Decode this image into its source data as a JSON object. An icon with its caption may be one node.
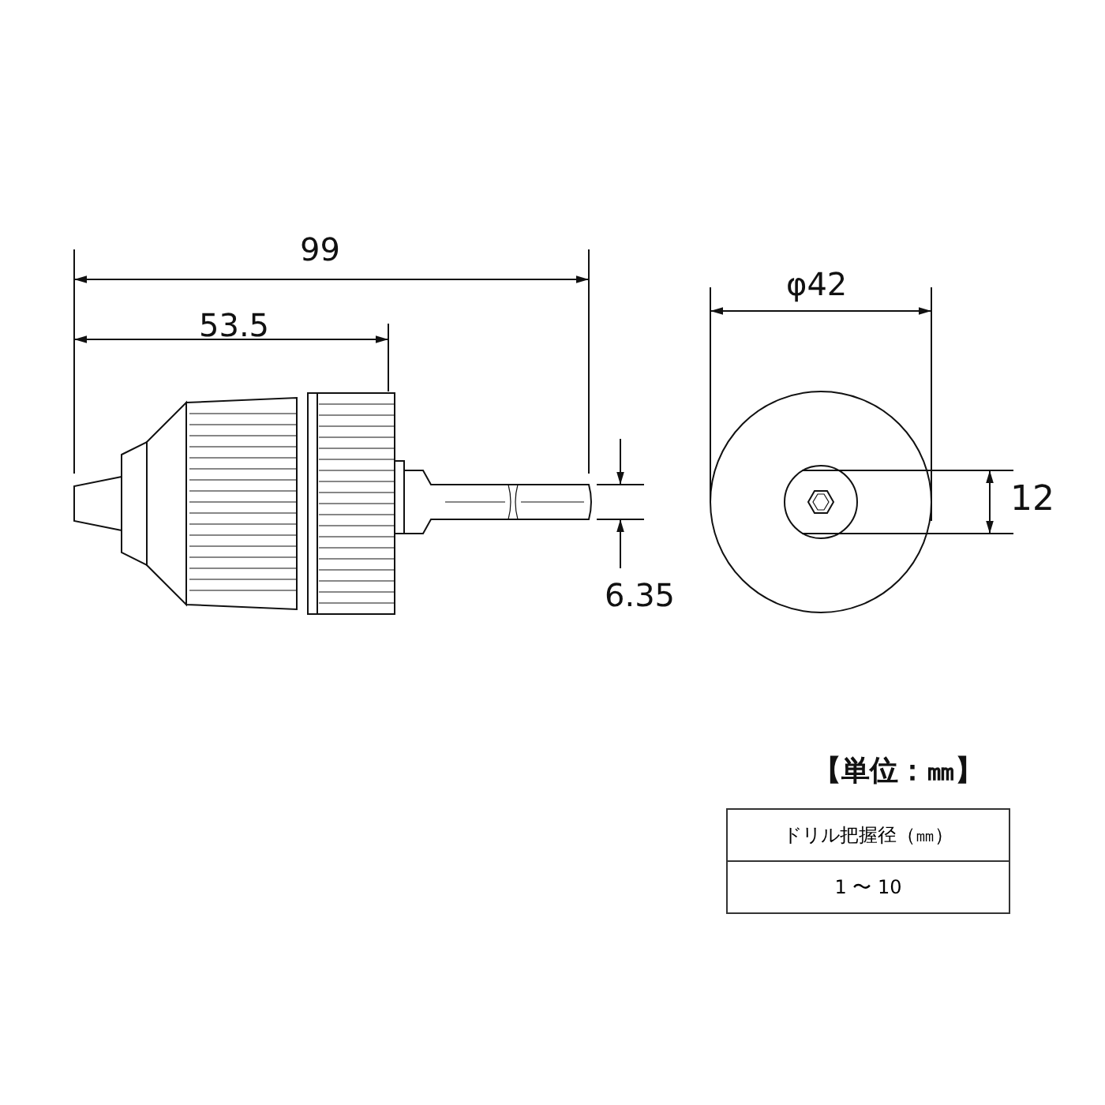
{
  "diagram": {
    "labels": [
      "99",
      "53.5",
      "6.35",
      "φ42",
      "12",
      "【単位：㎜】",
      "ドリル把握径（㎜）",
      "1 〜 10"
    ]
  }
}
